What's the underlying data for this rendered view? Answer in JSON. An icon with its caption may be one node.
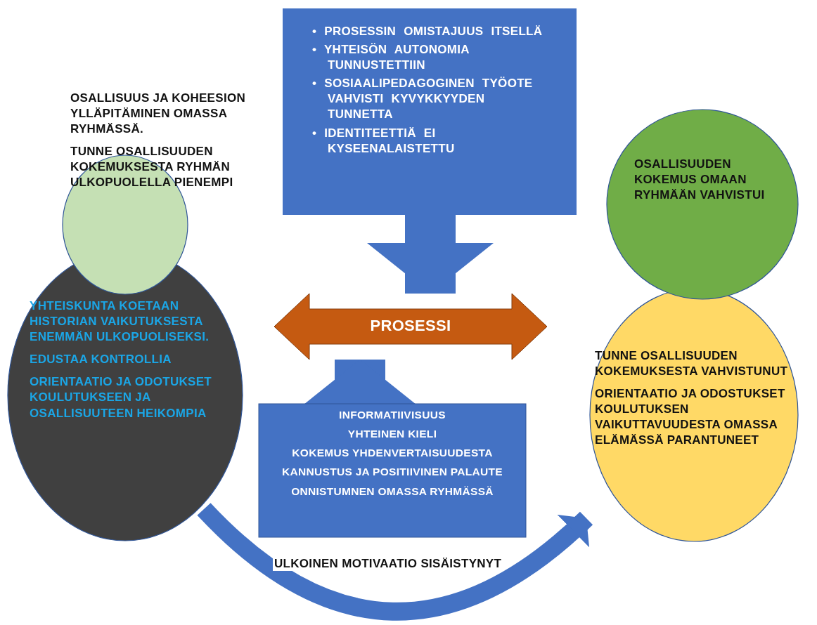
{
  "diagram": {
    "nodes": [
      {
        "text": [
          "OSALLISUUS JA KOHEESION YLLÄPITÄMINEN OMASSA RYHMÄSSÄ.",
          "TUNNE OSALLISUUDEN KOKEMUKSESTA RYHMÄN ULKOPUOLELLA PIENEMPI"
        ]
      },
      {
        "text": [
          "YHTEISKUNTA KOETAAN HISTORIAN VAIKUTUKSESTA ENEMMÄN ULKOPUOLISEKSI.",
          "EDUSTAA KONTROLLIA",
          "ORIENTAATIO JA ODOTUKSET KOULUTUKSEEN JA OSALLISUUTEEN HEIKOMPIA"
        ]
      },
      {
        "text": [
          "• PROSESSIN OMISTAJUUS ITSELLÄ",
          "• YHTEISÖN AUTONOMIA TUNNUSTETTIIN",
          "• SOSIAALIPEDAGOGINEN TYÖOTE VAHVISTI KYVYKKYYDEN TUNNETTA",
          "• IDENTITEETTIÄ EI KYSEENALAISTETTU"
        ]
      },
      {
        "text": [
          "OSALLISUUDEN KOKEMUS OMAAN RYHMÄÄN VAHVISTUI"
        ]
      },
      {
        "text": [
          "PROSESSI"
        ]
      },
      {
        "text": [
          "TUNNE OSALLISUUDEN KOKEMUKSESTA VAHVISTUNUT",
          "ORIENTAATIO JA ODOSTUKSET KOULUTUKSEN VAIKUTTAVUUDESTA OMASSA ELÄMÄSSÄ PARANTUNEET"
        ]
      },
      {
        "text": [
          "INFORMATIIVISUUS",
          "YHTEINEN KIELI",
          "KOKEMUS YHDENVERTAISUUDESTA",
          "KANNUSTUS JA POSITIIVINEN PALAUTE",
          "ONNISTUMNEN OMASSA RYHMÄSSÄ"
        ]
      }
    ],
    "edges": [
      {
        "from": 2,
        "to": 4,
        "arrow": "to"
      },
      {
        "from": 6,
        "to": 4,
        "arrow": "to"
      },
      {
        "from": 1,
        "to": 5,
        "arrow": "to",
        "label": "ULKOINEN MOTIVAATIO SISÄISTYNYT"
      }
    ]
  }
}
